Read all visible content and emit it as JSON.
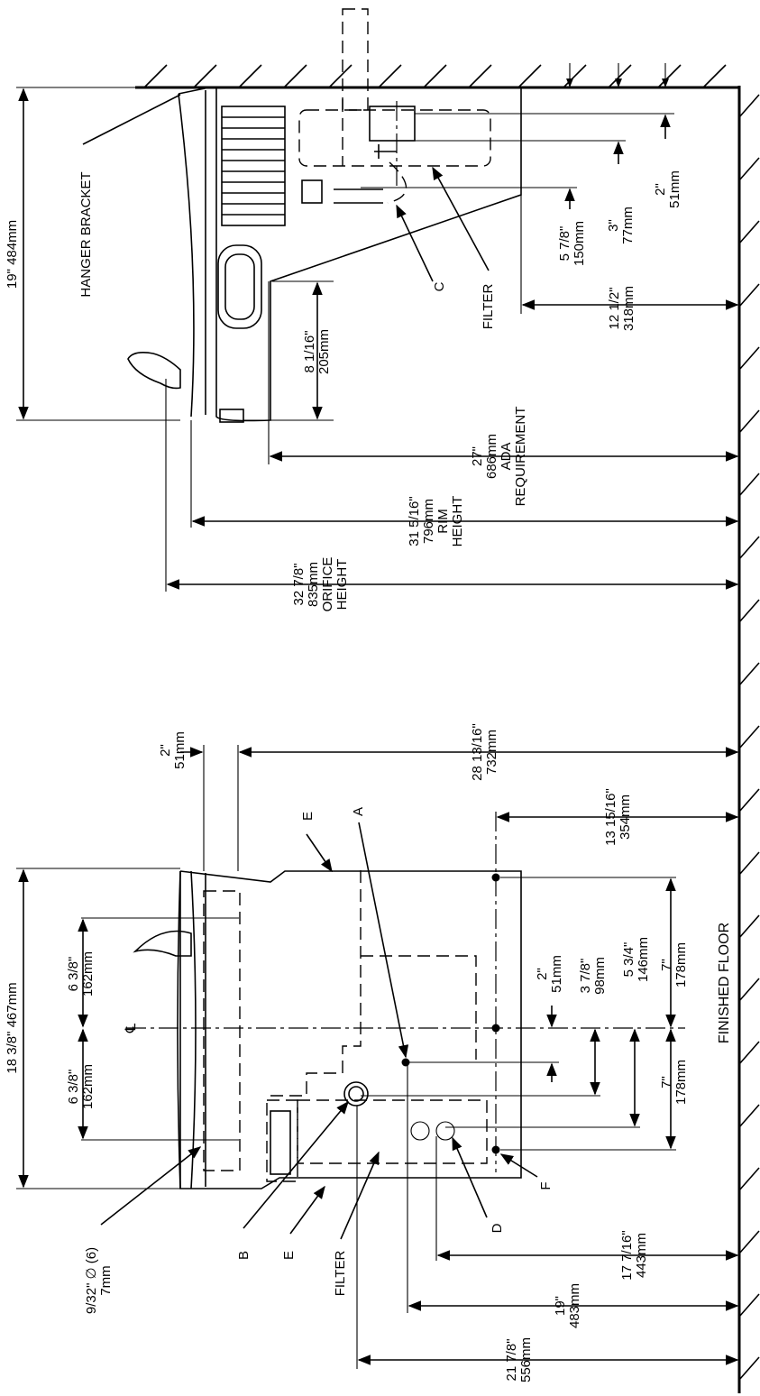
{
  "title": "",
  "side_view": {
    "width": {
      "in": "19\"",
      "mm": "484mm"
    },
    "hanger_bracket": "HANGER BRACKET",
    "orifice": {
      "in": "32 7/8\"",
      "mm": "835mm",
      "l1": "ORIFICE",
      "l2": "HEIGHT"
    },
    "rim": {
      "in": "31 5/16\"",
      "mm": "796mm",
      "l1": "RIM",
      "l2": "HEIGHT"
    },
    "ada": {
      "in": "27\"",
      "mm": "686mm",
      "l1": "ADA",
      "l2": "REQUIREMENT"
    },
    "depth": {
      "in": "8 1/16\"",
      "mm": "205mm"
    },
    "bottom": {
      "in": "12 1/2\"",
      "mm": "318mm"
    },
    "c": {
      "in": "5 7/8\"",
      "mm": "150mm"
    },
    "b": {
      "in": "3\"",
      "mm": "77mm"
    },
    "a": {
      "in": "2\"",
      "mm": "51mm"
    },
    "label_c": "C",
    "label_filter": "FILTER"
  },
  "front_view": {
    "width": {
      "in": "18 3/8\"",
      "mm": "467mm"
    },
    "half_left": {
      "in": "6 3/8\"",
      "mm": "162mm"
    },
    "half_right": {
      "in": "6 3/8\"",
      "mm": "162mm"
    },
    "centerline": "℄",
    "top_offset": {
      "in": "2\"",
      "mm": "51mm"
    },
    "height_total": {
      "in": "28 13/16\"",
      "mm": "732mm"
    },
    "height_low": {
      "in": "13 15/16\"",
      "mm": "354mm"
    },
    "off_2": {
      "in": "2\"",
      "mm": "51mm"
    },
    "off_3": {
      "in": "3 7/8\"",
      "mm": "98mm"
    },
    "off_5": {
      "in": "5 3/4\"",
      "mm": "146mm"
    },
    "off_7a": {
      "in": "7\"",
      "mm": "178mm"
    },
    "off_7b": {
      "in": "7\"",
      "mm": "178mm"
    },
    "h_17": {
      "in": "17 7/16\"",
      "mm": "443mm"
    },
    "h_19": {
      "in": "19\"",
      "mm": "483mm"
    },
    "h_21": {
      "in": "21 7/8\"",
      "mm": "556mm"
    },
    "hole": {
      "in": "9/32\" ∅ (6)",
      "mm": "7mm"
    },
    "labels": {
      "a": "A",
      "b": "B",
      "d": "D",
      "e1": "E",
      "e2": "E",
      "f": "F",
      "filter": "FILTER"
    }
  },
  "floor_label": "FINISHED FLOOR"
}
